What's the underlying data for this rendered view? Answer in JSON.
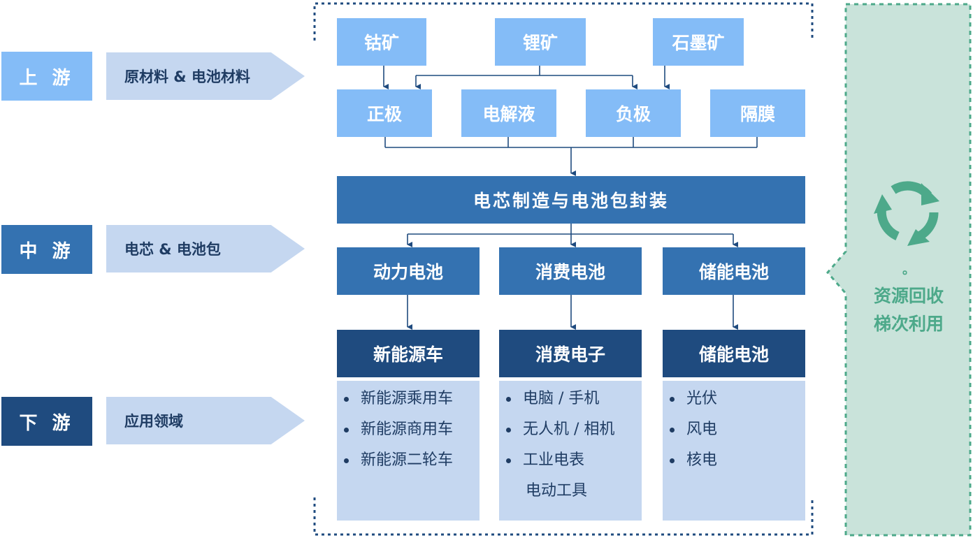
{
  "stages": [
    {
      "label": "上 游",
      "desc": "原材料 & 电池材料"
    },
    {
      "label": "中 游",
      "desc": "电芯 & 电池包"
    },
    {
      "label": "下 游",
      "desc": "应用领域"
    }
  ],
  "raw_materials": [
    "钴矿",
    "锂矿",
    "石墨矿"
  ],
  "components": [
    "正极",
    "电解液",
    "负极",
    "隔膜"
  ],
  "manufacturing": "电芯制造与电池包封装",
  "battery_types": [
    "动力电池",
    "消费电池",
    "储能电池"
  ],
  "applications": [
    {
      "title": "新能源车",
      "items": [
        "新能源乘用车",
        "新能源商用车",
        "新能源二轮车"
      ]
    },
    {
      "title": "消费电子",
      "items": [
        "电脑 / 手机",
        "无人机 / 相机",
        "工业电表"
      ],
      "extra": "电动工具"
    },
    {
      "title": "储能电池",
      "items": [
        "光伏",
        "风电",
        "核电"
      ]
    }
  ],
  "recycling": {
    "small_mark": "。",
    "line1": "资源回收",
    "line2": "梯次利用"
  },
  "colors": {
    "light_blue": "#84bcf7",
    "mid_blue": "#3472b1",
    "dark_blue": "#1f4b7f",
    "pale_blue": "#c5d7f0",
    "green": "#4da98a",
    "green_bg": "#c9e3da"
  }
}
